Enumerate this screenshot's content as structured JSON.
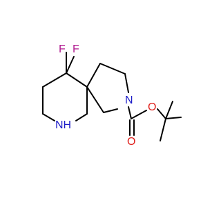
{
  "molecule": {
    "atoms": {
      "f1": {
        "symbol": "F"
      },
      "f2": {
        "symbol": "F"
      },
      "n_ring": {
        "symbol": "N"
      },
      "nh": {
        "symbol": "NH"
      },
      "o_ester": {
        "symbol": "O"
      },
      "o_carbonyl": {
        "symbol": "O"
      }
    }
  },
  "colors": {
    "bond": "#000000",
    "fluorine": "#b0188f",
    "nitrogen": "#1c1cc8",
    "oxygen": "#e0201c"
  }
}
